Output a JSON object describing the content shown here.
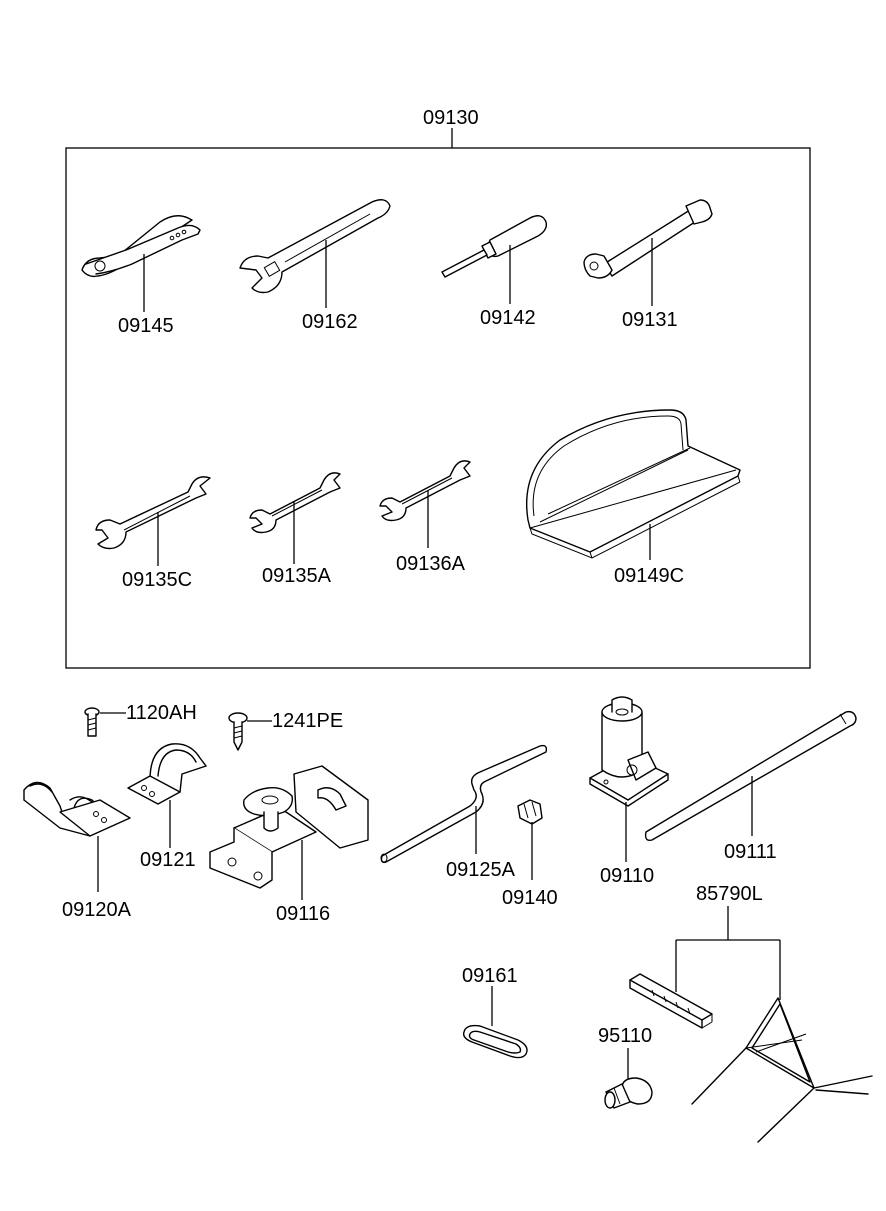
{
  "labels": {
    "kit": "09130",
    "pliers": "09145",
    "adjustable_wrench": "09162",
    "screwdriver": "09142",
    "socket_wrench": "09131",
    "spanner_c": "09135C",
    "spanner_a": "09135A",
    "spanner_136a": "09136A",
    "tool_tray": "09149C",
    "bolt": "1120AH",
    "screw": "1241PE",
    "clamp_a": "09120A",
    "clamp": "09121",
    "jack_bracket": "09116",
    "jack_handle": "09125A",
    "clip": "09140",
    "jack": "09110",
    "extension_bar": "09111",
    "triangle_group": "85790L",
    "band": "09161",
    "bulb": "95110"
  }
}
